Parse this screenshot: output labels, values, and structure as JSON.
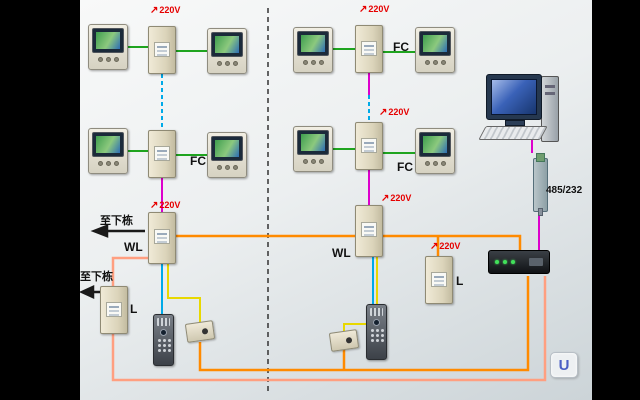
{
  "diagram": {
    "power_label": "220V",
    "to_next_building": "至下栋",
    "box_labels": {
      "fc": "FC",
      "wl": "WL",
      "l": "L"
    },
    "converter_label": "485/232",
    "logo_letter": "U"
  },
  "icons": {
    "power_arrow": "↗"
  },
  "colors": {
    "power_red": "#e60000",
    "wire_green": "#1fa41f",
    "wire_magenta": "#dd00cc",
    "wire_cyan": "#00aae8",
    "wire_yellow": "#e8d800",
    "wire_orange": "#ff8a00",
    "wire_salmon": "#ff9f80",
    "divider": "#333333",
    "arrow_black": "#1a1a1a"
  }
}
